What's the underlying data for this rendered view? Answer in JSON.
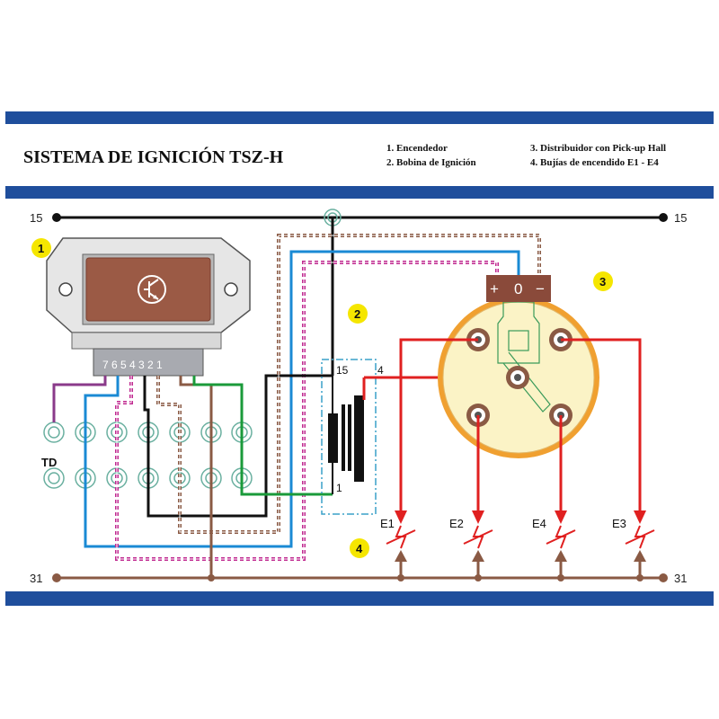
{
  "title": "SISTEMA DE IGNICIÓN TSZ-H",
  "legend": {
    "item1": "1. Encendedor",
    "item2": "2. Bobina de Ignición",
    "item3": "3. Distribuidor con Pick-up Hall",
    "item4": "4. Bujías de encendido E1 - E4"
  },
  "terminals": {
    "rail_top_left": "15",
    "rail_top_right": "15",
    "rail_bottom_left": "31",
    "rail_bottom_right": "31",
    "coil_15": "15",
    "coil_4": "4",
    "coil_1": "1",
    "td": "TD"
  },
  "module_pins": "7 6 5 4 3 2 1",
  "hall_sensor": {
    "plus": "+",
    "zero": "0",
    "minus": "−"
  },
  "callouts": {
    "c1": "1",
    "c2": "2",
    "c3": "3",
    "c4": "4"
  },
  "plugs": {
    "e1": "E1",
    "e2": "E2",
    "e4": "E4",
    "e3": "E3"
  },
  "colors": {
    "band": "#1f4e9c",
    "wire_black": "#111111",
    "wire_brown": "#8a5a44",
    "wire_red": "#e02020",
    "wire_blue": "#1a8ad4",
    "wire_green": "#1a9a3a",
    "wire_purple": "#8a3a8a",
    "wire_magenta": "#c02a90",
    "callout_yellow": "#f5e600",
    "module_brown": "#9b5a45",
    "distributor_orange": "#f0a030",
    "distributor_face": "#fbf3c6"
  },
  "icons": [
    "transistor-icon",
    "spark-plug-icon",
    "ground-arrow-icon",
    "connector-socket-icon"
  ]
}
